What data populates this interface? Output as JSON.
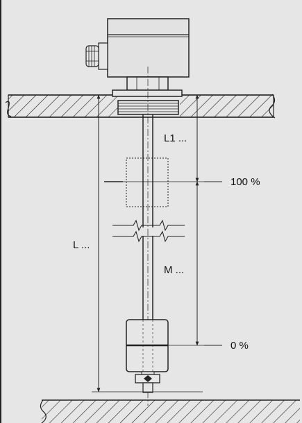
{
  "labels": {
    "l1": "L1 ...",
    "level_100": "100 %",
    "l": "L ...",
    "m": "M ...",
    "level_0": "0 %"
  },
  "colors": {
    "background": "#e6e6e6",
    "line": "#222222",
    "housing": "#e2e2e2"
  }
}
